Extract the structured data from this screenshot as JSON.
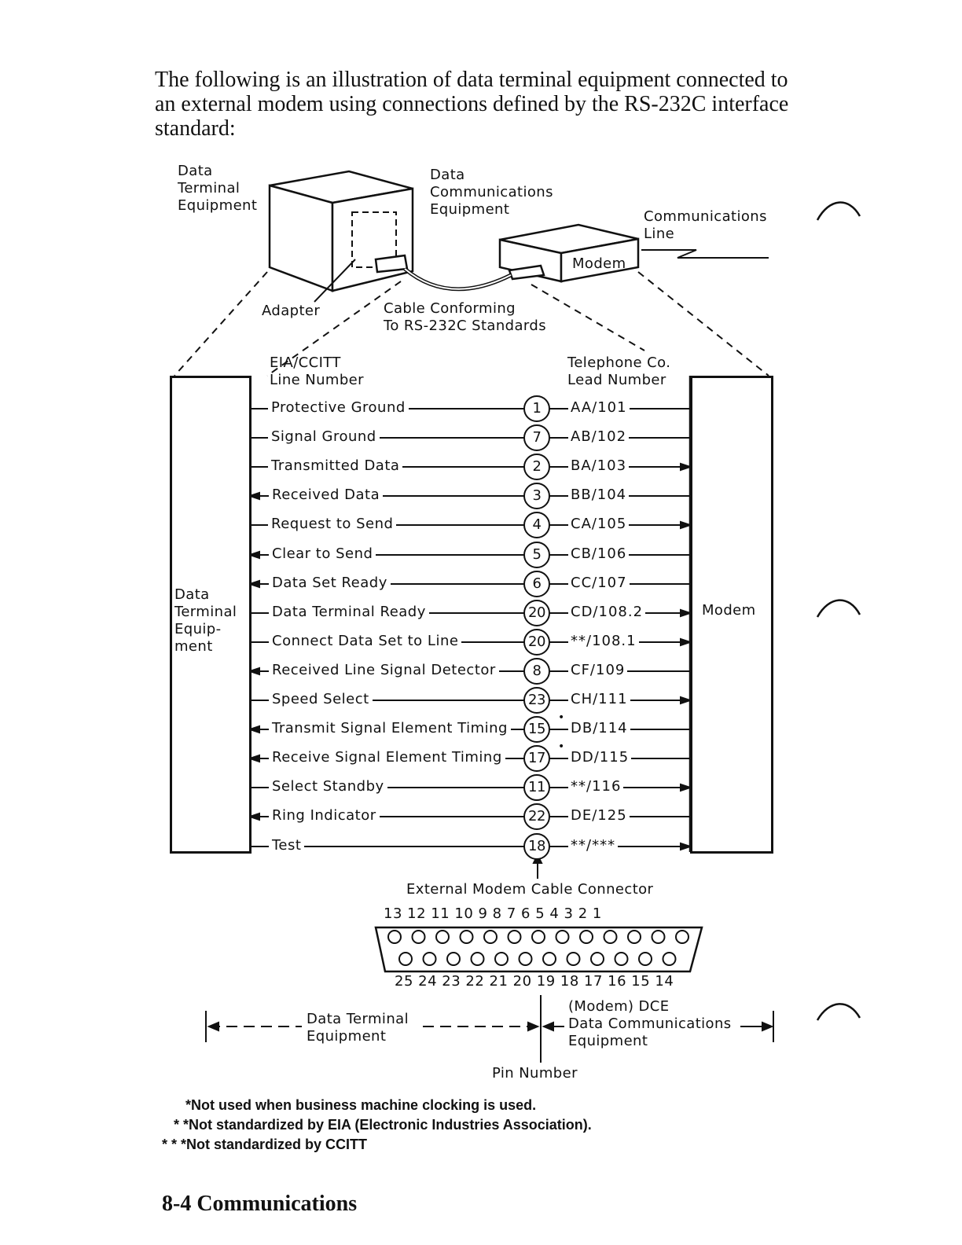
{
  "intro": "The following is an illustration of data terminal equipment connected to an external modem using connections defined by the RS-232C interface standard:",
  "labels": {
    "dte_top": [
      "Data",
      "Terminal",
      "Equipment"
    ],
    "dce_top": [
      "Data",
      "Communications",
      "Equipment"
    ],
    "comm_line": [
      "Communications",
      "Line"
    ],
    "modem_top": "Modem",
    "adapter": "Adapter",
    "cable": [
      "Cable Conforming",
      "To RS-232C Standards"
    ],
    "eia_header": [
      "EIA/CCITT",
      "Line Number"
    ],
    "tel_header": [
      "Telephone Co.",
      "Lead Number"
    ],
    "dte_box": [
      "Data",
      "Terminal",
      "Equip-",
      "ment"
    ],
    "modem_box": "Modem"
  },
  "signals": [
    {
      "name": "Protective Ground",
      "pin": "1",
      "lead": "AA/101",
      "dir": "none",
      "star": false
    },
    {
      "name": "Signal Ground",
      "pin": "7",
      "lead": "AB/102",
      "dir": "none",
      "star": false
    },
    {
      "name": "Transmitted Data",
      "pin": "2",
      "lead": "BA/103",
      "dir": "right",
      "star": false
    },
    {
      "name": "Received Data",
      "pin": "3",
      "lead": "BB/104",
      "dir": "left",
      "star": false
    },
    {
      "name": "Request to Send",
      "pin": "4",
      "lead": "CA/105",
      "dir": "right",
      "star": false
    },
    {
      "name": "Clear to Send",
      "pin": "5",
      "lead": "CB/106",
      "dir": "left",
      "star": false
    },
    {
      "name": "Data Set Ready",
      "pin": "6",
      "lead": "CC/107",
      "dir": "left",
      "star": false
    },
    {
      "name": "Data Terminal Ready",
      "pin": "20",
      "lead": "CD/108.2",
      "dir": "right",
      "star": false
    },
    {
      "name": "Connect Data Set to Line",
      "pin": "20",
      "lead": "**/108.1",
      "dir": "right",
      "star": false
    },
    {
      "name": "Received Line Signal Detector",
      "pin": "8",
      "lead": "CF/109",
      "dir": "left",
      "star": false
    },
    {
      "name": "Speed Select",
      "pin": "23",
      "lead": "CH/111",
      "dir": "right",
      "star": false
    },
    {
      "name": "Transmit Signal Element Timing",
      "pin": "15",
      "lead": "DB/114",
      "dir": "left",
      "star": true
    },
    {
      "name": "Receive Signal Element Timing",
      "pin": "17",
      "lead": "DD/115",
      "dir": "left",
      "star": true
    },
    {
      "name": "Select Standby",
      "pin": "11",
      "lead": "**/116",
      "dir": "right",
      "star": false
    },
    {
      "name": "Ring Indicator",
      "pin": "22",
      "lead": "DE/125",
      "dir": "left",
      "star": false
    },
    {
      "name": "Test",
      "pin": "18",
      "lead": "**/***",
      "dir": "right",
      "star": false
    }
  ],
  "connector": {
    "title": "External Modem Cable Connector",
    "top_pins": "13 12 11 10  9   8   7   6   5   4   3   2   1",
    "bottom_pins": "25 24 23 22 21 20 19 18 17 16 15 14"
  },
  "bottom": {
    "dte": [
      "Data Terminal",
      "Equipment"
    ],
    "dce": [
      "(Modem) DCE",
      "Data Communications",
      "Equipment"
    ],
    "pin_number": "Pin Number"
  },
  "footnotes": [
    "*Not used when business machine clocking is used.",
    "* *Not standardized by EIA (Electronic Industries Association).",
    "* * *Not standardized by CCITT"
  ],
  "footer": "8-4  Communications"
}
